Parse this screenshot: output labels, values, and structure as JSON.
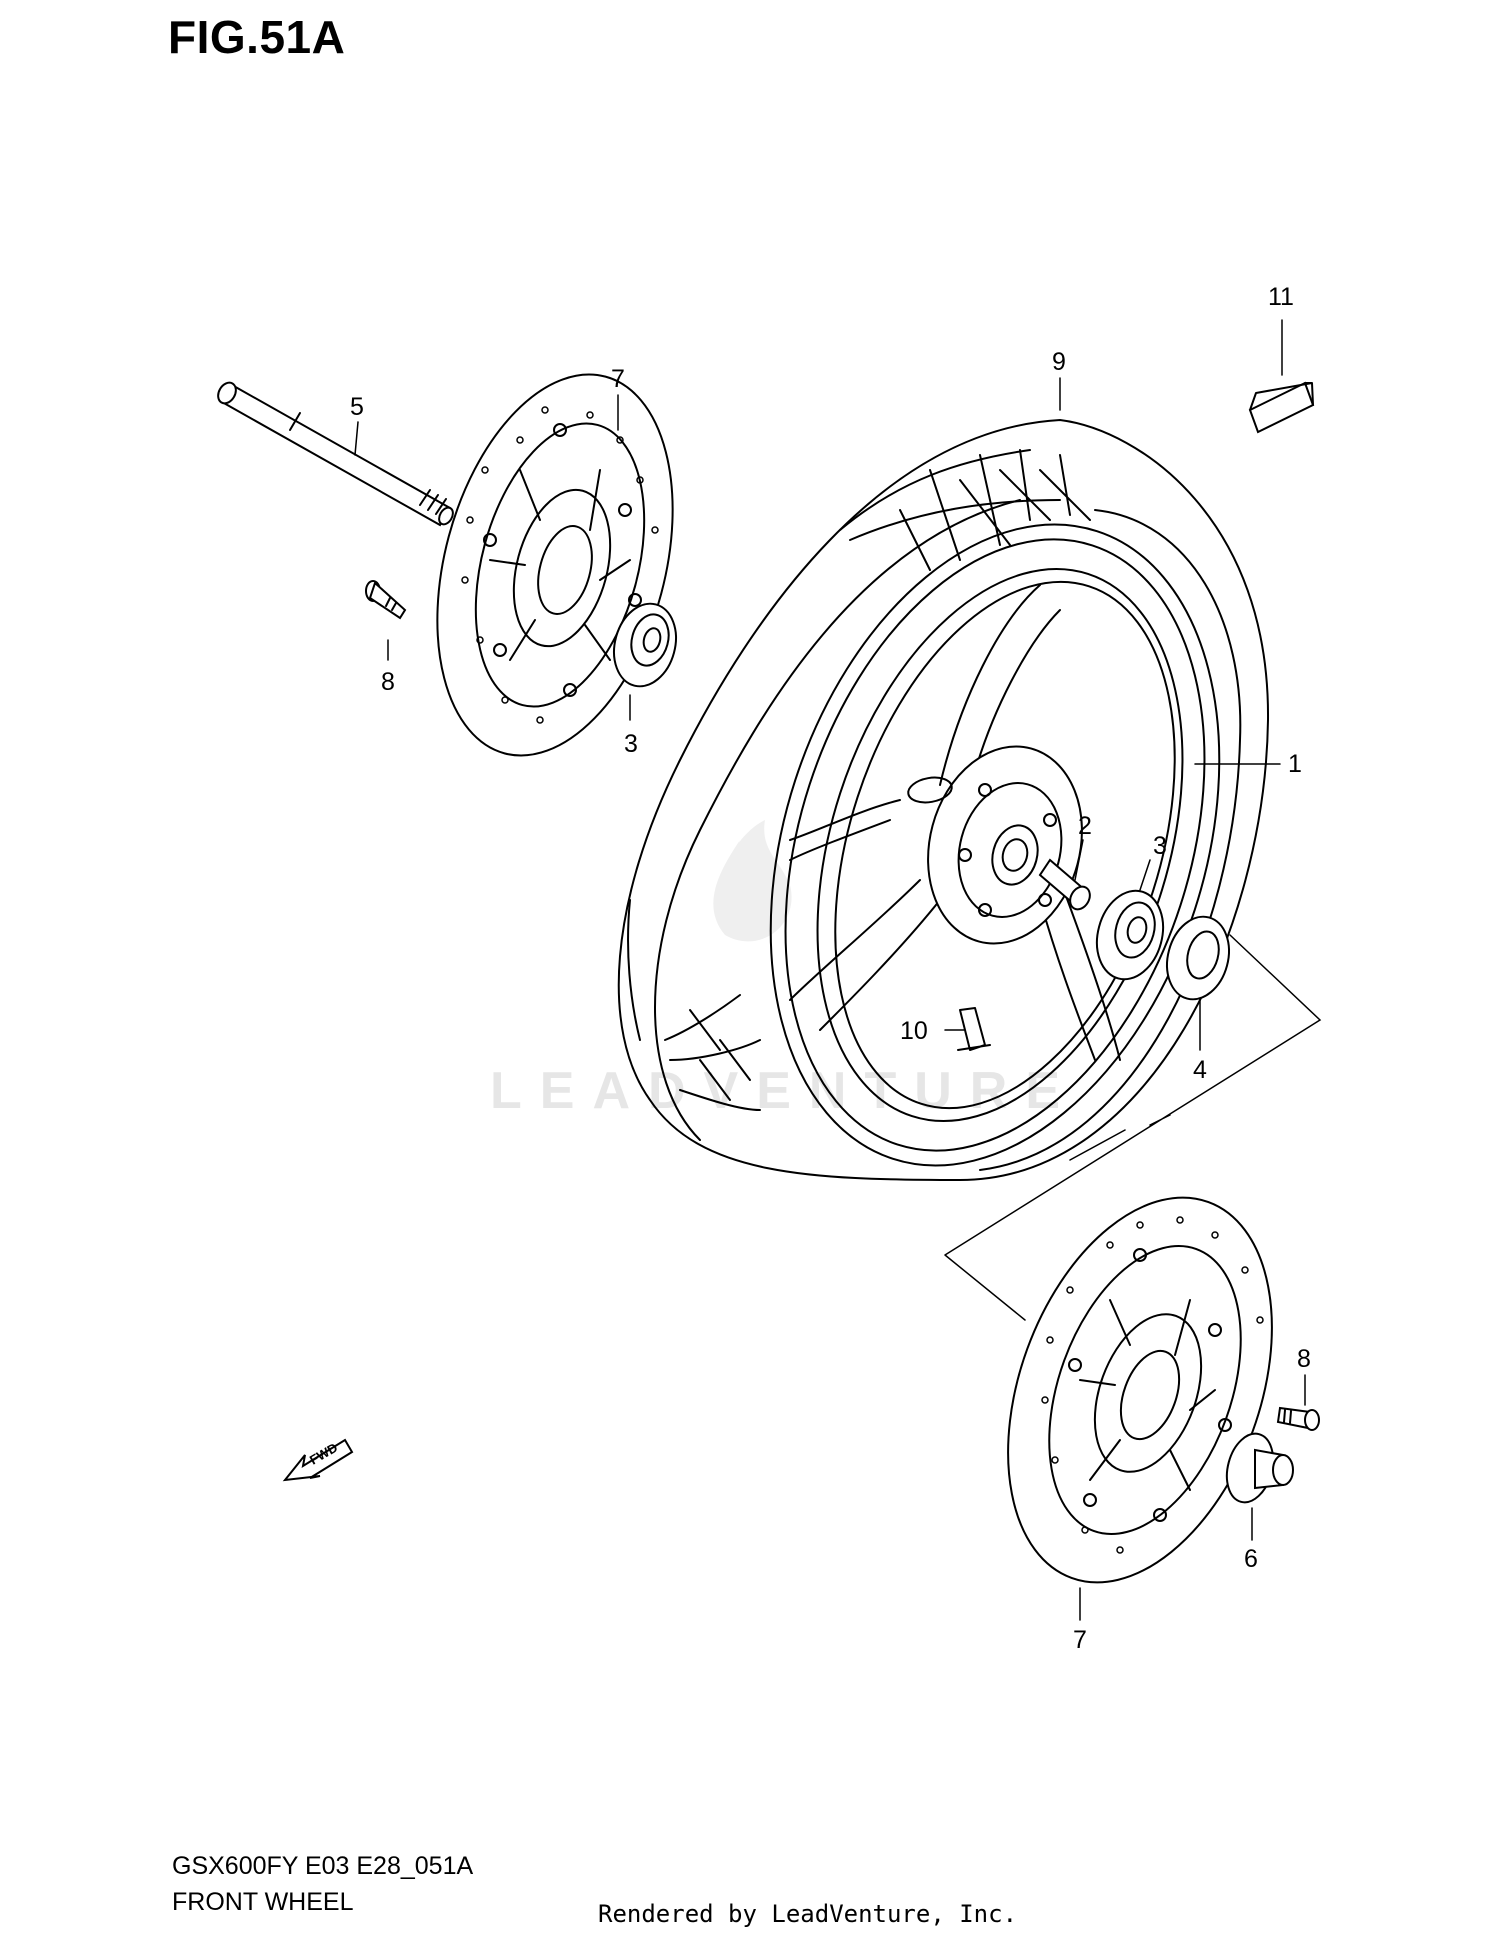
{
  "figure": {
    "title": "FIG.51A",
    "model_code": "GSX600FY E03 E28_051A",
    "section_name": "FRONT WHEEL",
    "rendered_by": "Rendered by LeadVenture, Inc.",
    "watermark": "LEADVENTURE",
    "fwd_label": "FWD"
  },
  "callouts": [
    "1",
    "2",
    "3",
    "3",
    "4",
    "5",
    "6",
    "7",
    "7",
    "8",
    "8",
    "9",
    "10",
    "11"
  ],
  "parts": [
    {
      "ref": "1",
      "name": "wheel-rim"
    },
    {
      "ref": "2",
      "name": "spacer"
    },
    {
      "ref": "3",
      "name": "bearing"
    },
    {
      "ref": "4",
      "name": "dust-seal"
    },
    {
      "ref": "5",
      "name": "axle"
    },
    {
      "ref": "6",
      "name": "collar"
    },
    {
      "ref": "7",
      "name": "brake-disc"
    },
    {
      "ref": "8",
      "name": "disc-bolt"
    },
    {
      "ref": "9",
      "name": "tire"
    },
    {
      "ref": "10",
      "name": "valve"
    },
    {
      "ref": "11",
      "name": "balancer-weight"
    }
  ],
  "colors": {
    "line": "#000000",
    "background": "#ffffff",
    "watermark": "#e6e6e6"
  }
}
